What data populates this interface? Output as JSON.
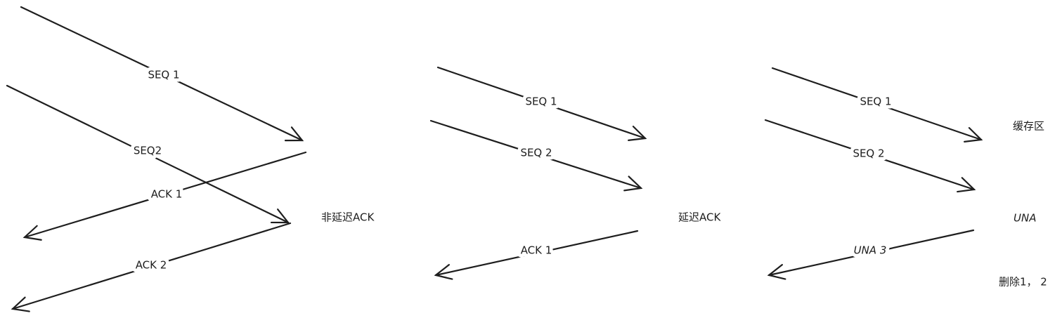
{
  "panels": [
    {
      "title": "非延迟ACK",
      "arrows": [
        "SEQ 1",
        "SEQ2",
        "ACK 1",
        "ACK 2"
      ]
    },
    {
      "title": "延迟ACK",
      "arrows": [
        "SEQ 1",
        "SEQ 2",
        "ACK 1"
      ]
    },
    {
      "title": "UNA",
      "arrows": [
        "SEQ 1",
        "SEQ 2",
        "UNA 3"
      ],
      "notes": [
        "缓存区",
        "删除1， 2"
      ]
    }
  ],
  "stroke_color": "#1e1e1e"
}
